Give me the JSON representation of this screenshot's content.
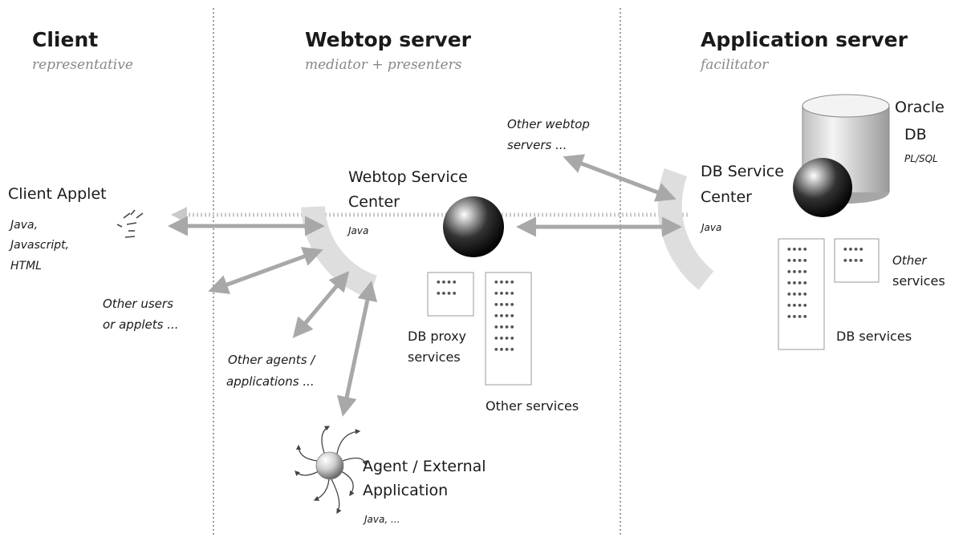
{
  "columns": {
    "client": {
      "title": "Client",
      "subtitle": "representative"
    },
    "webtop": {
      "title": "Webtop server",
      "subtitle": "mediator + presenters"
    },
    "app": {
      "title": "Application server",
      "subtitle": "facilitator"
    }
  },
  "client_applet": {
    "name": "Client Applet",
    "tech_lines": [
      "Java,",
      "Javascript,",
      "HTML"
    ]
  },
  "other_users": [
    "Other users",
    "or applets ..."
  ],
  "other_agents": [
    "Other agents /",
    "applications ..."
  ],
  "webtop_center": {
    "name_lines": [
      "Webtop Service",
      "Center"
    ],
    "tech": "Java"
  },
  "other_webtop": [
    "Other webtop",
    "servers ..."
  ],
  "db_proxy": [
    "DB proxy",
    "services"
  ],
  "other_services_webtop": "Other services",
  "agent": {
    "name_lines": [
      "Agent / External",
      "Application"
    ],
    "tech": "Java, ..."
  },
  "db_center": {
    "name_lines": [
      "DB Service",
      "Center"
    ],
    "tech": "Java"
  },
  "oracle": {
    "name_lines": [
      "Oracle",
      "DB"
    ],
    "tech": "PL/SQL"
  },
  "other_services_app": [
    "Other",
    "services"
  ],
  "db_services": "DB services",
  "service_dots": "••••"
}
